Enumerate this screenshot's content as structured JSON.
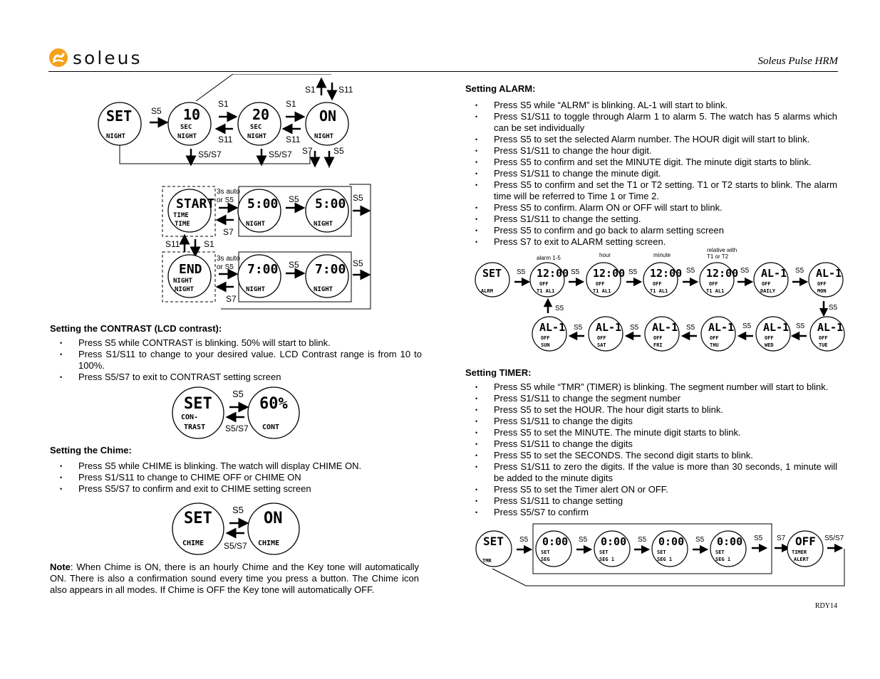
{
  "header": {
    "logo_text": "soleus",
    "doc_title": "Soleus Pulse HRM"
  },
  "diagram_night": {
    "labels": [
      "S5",
      "S1",
      "S11",
      "S1",
      "S11",
      "S1",
      "S11",
      "S5/S7",
      "S5/S7",
      "S7",
      "S5",
      "3s auto",
      "or S5",
      "S5",
      "S5",
      "S7",
      "S11",
      "S1",
      "3s auto",
      "or S5",
      "S5",
      "S5",
      "S7"
    ],
    "watches": [
      "SET",
      "10",
      "20",
      "ON",
      "START",
      "5:00",
      "5:00",
      "END",
      "7:00",
      "7:00"
    ],
    "subtext": [
      "NIGHT",
      "SEC",
      "NIGHT",
      "SEC",
      "NIGHT",
      "NIGHT",
      "TIME",
      "NIGHT",
      "NIGHT",
      "NIGHT",
      "TIME",
      "NIGHT",
      "NIGHT",
      "NIGHT"
    ]
  },
  "contrast": {
    "title": "Setting the CONTRAST (LCD contrast):",
    "bullets": [
      "Press S5 while CONTRAST is blinking. 50% will start to blink.",
      "Press S1/S11 to change to your desired value. LCD Contrast range is from 10 to 100%.",
      "Press S5/S7 to exit to CONTRAST setting screen"
    ],
    "diagram": {
      "set": "SET",
      "sub1": "CON-",
      "sub2": "TRAST",
      "value": "60%",
      "value_sub": "CONT",
      "top_label": "S5",
      "bottom_label": "S5/S7"
    }
  },
  "chime": {
    "title": "Setting the Chime:",
    "bullets": [
      "Press S5 while CHIME is blinking. The watch will display CHIME ON.",
      "Press S1/S11 to change to CHIME OFF or CHIME ON",
      "Press S5/S7 to confirm and exit to CHIME setting screen"
    ],
    "diagram": {
      "set": "SET",
      "sub": "CHIME",
      "value": "ON",
      "value_sub": "CHIME",
      "top_label": "S5",
      "bottom_label": "S5/S7"
    }
  },
  "note": {
    "label": "Note",
    "text": ": When Chime is ON, there is an hourly Chime and the Key tone will automatically ON. There is also a confirmation sound every time you press a button. The Chime icon also appears in all modes. If Chime is OFF the Key tone will automatically OFF."
  },
  "alarm": {
    "title": "Setting ALARM:",
    "bullets": [
      "Press S5 while “ALRM” is blinking. AL-1 will start to blink.",
      "Press S1/S11 to toggle through Alarm 1 to alarm 5. The watch has 5 alarms which can be set individually",
      "Press S5 to set the selected Alarm number. The HOUR digit will start to blink.",
      "Press S1/S11 to change the hour digit.",
      "Press S5 to confirm and set the MINUTE digit. The minute digit starts to blink.",
      "Press S1/S11 to change the minute digit.",
      "Press S5 to confirm and set the T1 or T2 setting. T1 or T2 starts to blink. The alarm time will be referred to Time 1 or Time 2.",
      "Press S5 to confirm. Alarm ON or OFF will start to blink.",
      "Press S1/S11 to change the setting.",
      "Press S5 to confirm and go back to alarm setting screen",
      "Press S7 to exit to ALARM setting screen."
    ],
    "diagram": {
      "top_captions": [
        "alarm 1-5",
        "hour",
        "minute",
        "relative with",
        "T1 or T2"
      ],
      "row1": [
        {
          "main": "SET",
          "sub": "ALRM"
        },
        {
          "main": "12:00",
          "sub": "T1 AL1"
        },
        {
          "main": "12:00",
          "sub": "T1 AL1"
        },
        {
          "main": "12:00",
          "sub": "T1 AL1"
        },
        {
          "main": "12:00",
          "sub": "T1 AL1"
        },
        {
          "main": "AL-1",
          "sub": "DAILY"
        },
        {
          "main": "AL-1",
          "sub": "MON"
        }
      ],
      "row2": [
        {
          "main": "AL-1",
          "sub": "SUN"
        },
        {
          "main": "AL-1",
          "sub": "SAT"
        },
        {
          "main": "AL-1",
          "sub": "FRI"
        },
        {
          "main": "AL-1",
          "sub": "THU"
        },
        {
          "main": "AL-1",
          "sub": "WED"
        },
        {
          "main": "AL-1",
          "sub": "TUE"
        }
      ],
      "off_label": "OFF",
      "key": "S5"
    }
  },
  "timer": {
    "title": "Setting TIMER:",
    "bullets": [
      "Press S5 while “TMR” (TIMER) is blinking. The segment number will start to blink.",
      "Press S1/S11 to change the segment number",
      "Press S5 to set the HOUR. The hour digit starts to blink.",
      "Press S1/S11 to change the digits",
      "Press S5 to set the MINUTE. The minute digit starts to blink.",
      "Press S1/S11 to change the digits",
      "Press S5 to set the SECONDS. The second digit starts to blink.",
      "Press S1/S11 to zero the digits. If the value is more than 30 seconds, 1 minute will be added to the minute digits",
      "Press S5 to set the Timer alert ON or OFF.",
      "Press S1/S11 to change setting",
      "Press S5/S7 to confirm"
    ],
    "diagram": {
      "watches": [
        {
          "main": "SET",
          "sub": "TMR"
        },
        {
          "main": "0:00",
          "sub": "SEG"
        },
        {
          "main": "0:00",
          "sub": "SEG 1"
        },
        {
          "main": "0:00",
          "sub": "SEG 1"
        },
        {
          "main": "0:00",
          "sub": "SEG 1"
        },
        {
          "main": "OFF",
          "sub": "ALERT"
        }
      ],
      "set_label": "SET",
      "timer_label": "TIMER",
      "key": "S5",
      "s7": "S7",
      "s5s7": "S5/S7"
    }
  },
  "footer": {
    "code": "RDY14"
  }
}
